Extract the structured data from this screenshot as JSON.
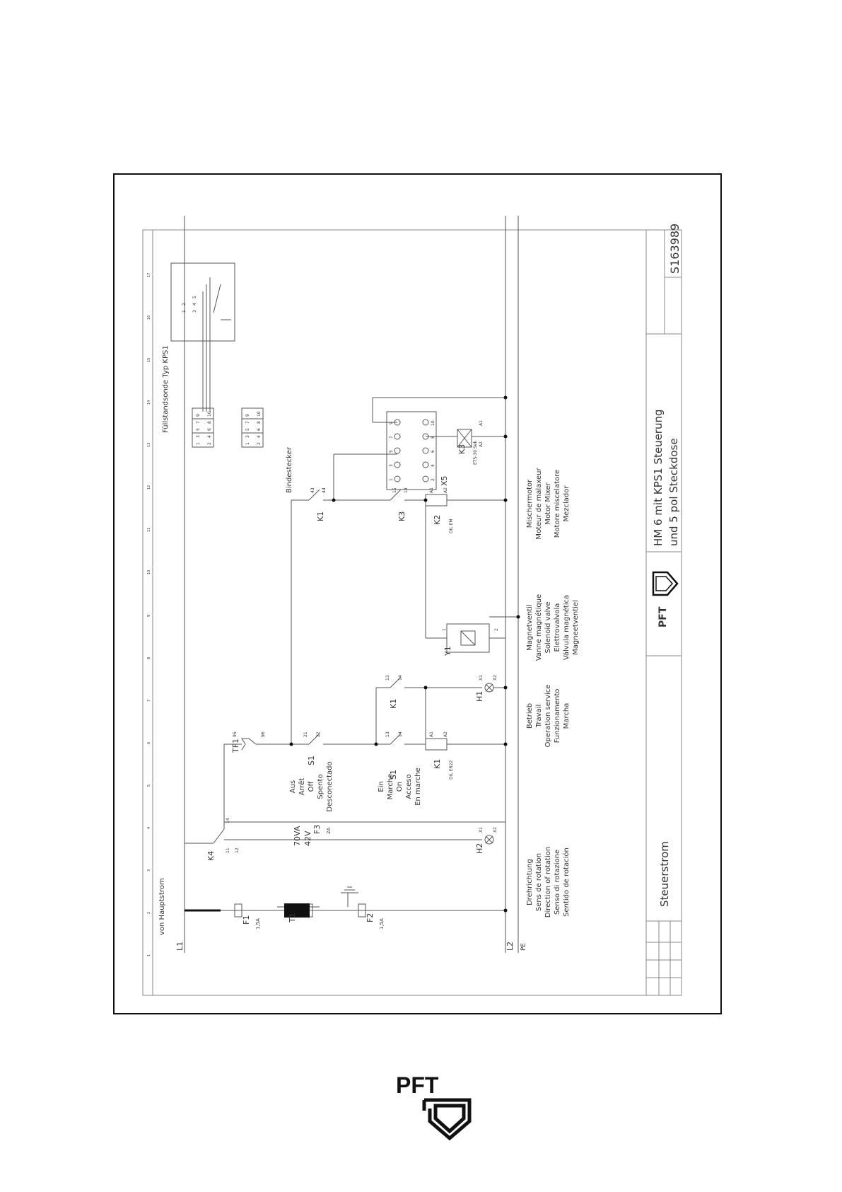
{
  "title_block": {
    "company": "PFT",
    "title_line1": "HM 6 mit KPS1 Steuerung",
    "title_line2": "und 5 pol Steckdose",
    "drawing_number": "S163989",
    "section": "Steuerstrom"
  },
  "rails": {
    "l1": "L1",
    "l2": "L2",
    "pe": "PE",
    "source": "von Hauptstrom"
  },
  "components": {
    "f1": {
      "ref": "F1",
      "rating": "1,5A"
    },
    "f2": {
      "ref": "F2",
      "rating": "1,5A"
    },
    "f3": {
      "ref": "F3",
      "rating": "2A"
    },
    "t1": {
      "ref": "T1",
      "power": "70VA",
      "voltage": "42V"
    },
    "k4": {
      "ref": "K4",
      "p1": "11",
      "p2": "14",
      "p3": "12"
    },
    "h2": {
      "ref": "H2",
      "x1": "X1",
      "x2": "X2"
    },
    "tf1": {
      "ref": "TF1",
      "p1": "95",
      "p2": "96"
    },
    "s1_off": {
      "ref": "S1",
      "p1": "21",
      "p2": "22"
    },
    "s1_on": {
      "ref": "S1",
      "p1": "13",
      "p2": "14"
    },
    "k1_coil": {
      "ref": "K1",
      "type": "DIL ER22",
      "a1": "A1",
      "a2": "A2"
    },
    "k1_hold": {
      "ref": "K1",
      "p1": "13",
      "p2": "14"
    },
    "h1": {
      "ref": "H1",
      "x1": "X1",
      "x2": "X2"
    },
    "y1": {
      "ref": "Y1",
      "p1": "1",
      "p2": "2"
    },
    "k1_aux": {
      "ref": "K1",
      "p1": "43",
      "p2": "44"
    },
    "k3_contact": {
      "ref": "K3",
      "p1": "15",
      "p2": "18"
    },
    "k2": {
      "ref": "K2",
      "type": "DIL EM",
      "a1": "A1",
      "a2": "A2"
    },
    "x5": {
      "ref": "X5",
      "top": [
        "1",
        "3",
        "5",
        "7",
        "9"
      ],
      "bottom": [
        "2",
        "4",
        "6",
        "8",
        "10"
      ]
    },
    "k3_relay": {
      "ref": "K3",
      "type": "ETS-30 Sek",
      "a1": "A1",
      "a2": "A2"
    },
    "plug1": {
      "top": [
        "1",
        "3",
        "5",
        "7",
        "9"
      ],
      "bottom": [
        "2",
        "4",
        "6",
        "8",
        "10"
      ]
    },
    "plug2": {
      "top": [
        "1",
        "3",
        "5",
        "7",
        "9"
      ],
      "bottom": [
        "2",
        "4",
        "6",
        "8",
        "10"
      ]
    },
    "sonde": {
      "top": [
        "1",
        "2"
      ],
      "bottom": [
        "3",
        "4",
        "5"
      ]
    }
  },
  "labels": {
    "probe": "Füllstandsonde Typ KPS1",
    "plug": "Bindestecker",
    "drehrichtung": [
      "Drehrichtung",
      "Sens de rotation",
      "Direction of rotation",
      "Senso di rotazione",
      "Sentido de rotación"
    ],
    "aus": [
      "Aus",
      "Arrêt",
      "Off",
      "Spento",
      "Desconectado"
    ],
    "ein": [
      "Ein",
      "Marche",
      "On",
      "Acceso",
      "En marche"
    ],
    "betrieb": [
      "Betrieb",
      "Travail",
      "Operation service",
      "Funzionamento",
      "Marcha"
    ],
    "magnetventil": [
      "Magnetventil",
      "Vanne magnétique",
      "Solenoid valve",
      "Elettrovalvola",
      "Válvula magnética",
      "Magneetventiel"
    ],
    "mischermotor": [
      "Mischermotor",
      "Moteur de malaxeur",
      "Motor Mixer",
      "Motore miscelatore",
      "Mezclador"
    ]
  },
  "colors": {
    "line": "#555555",
    "text": "#333333",
    "grid_number": "#3fa63f"
  }
}
